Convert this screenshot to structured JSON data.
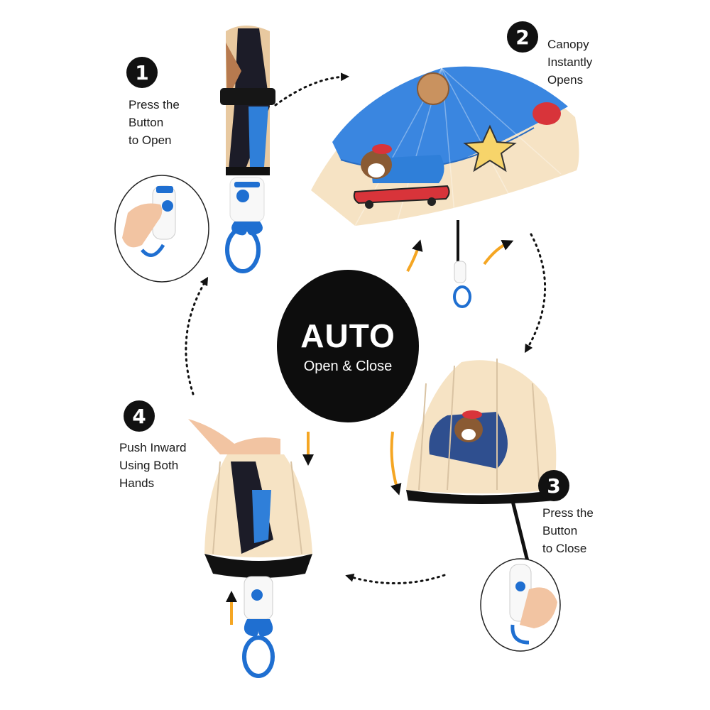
{
  "center": {
    "title": "AUTO",
    "subtitle": "Open & Close"
  },
  "steps": [
    {
      "number": "1",
      "text": "Press the\nButton\nto Open"
    },
    {
      "number": "2",
      "text": "Canopy\nInstantly\nOpens"
    },
    {
      "number": "3",
      "text": "Press the\nButton\nto Close"
    },
    {
      "number": "4",
      "text": "Push Inward\nUsing Both\nHands"
    }
  ],
  "colors": {
    "canopy_blue": "#3a86e0",
    "canopy_cream": "#f6e3c4",
    "handle_blue": "#1f6fd1",
    "arrow_orange": "#f5a623",
    "badge_black": "#111111",
    "star_yellow": "#f7d46a",
    "skateboard_red": "#d8343a"
  }
}
